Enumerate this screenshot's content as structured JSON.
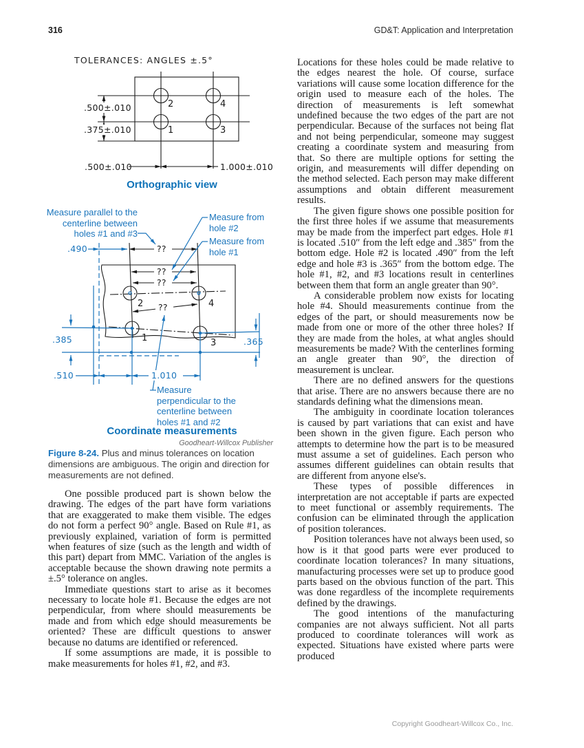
{
  "page": {
    "number": "316",
    "header": "GD&T: Application and Interpretation",
    "footer": "Copyright Goodheart-Willcox Co., Inc."
  },
  "figure": {
    "note": "TOLERANCES:  ANGLES  ±.5°",
    "label": "Figure 8-24.",
    "caption": "Plus and minus tolerances on location dimensions are ambiguous. The origin and direction for measurements are not defined.",
    "ortho": {
      "caption": "Orthographic view",
      "dim_row_spacing": ".500±.010",
      "dim_bottom_offset": ".375±.010",
      "dim_left_offset": ".500±.010",
      "dim_col_spacing": "1.000±.010",
      "hole1": "1",
      "hole2": "2",
      "hole3": "3",
      "hole4": "4"
    },
    "coord": {
      "caption": "Coordinate measurements",
      "publisher": "Goodheart-Willcox Publisher",
      "ann_parallel": "Measure parallel to the\ncenterline between\nholes #1 and #3",
      "ann_from_hole2": "Measure from\nhole #2",
      "ann_from_hole1": "Measure from\nhole #1",
      "ann_perpendicular": "Measure\nperpendicular to the\ncenterline between\nholes #1 and #2",
      "dim_490": ".490",
      "dim_385": ".385",
      "dim_365": ".365",
      "dim_510": ".510",
      "dim_1010": "1.010",
      "q1": "??",
      "q2": "??",
      "q3": "??",
      "q4": "??",
      "hole1": "1",
      "hole2": "2",
      "hole3": "3",
      "hole4": "4"
    }
  },
  "left_column": {
    "paragraphs": [
      "One possible produced part is shown below the drawing. The edges of the part have form variations that are exaggerated to make them visible. The edges do not form a perfect 90° angle. Based on Rule #1, as previously explained, variation of form is permitted when features of size (such as the length and width of this part) depart from MMC. Variation of the angles is acceptable because the shown drawing note permits a ±.5° tolerance on angles.",
      "Immediate questions start to arise as it becomes necessary to locate hole #1. Because the edges are not perpendicular, from where should measurements be made and from which edge should measurements be oriented? These are difficult questions to answer because no datums are identified or referenced.",
      "If some assumptions are made, it is possible to make measurements for holes #1, #2, and #3."
    ]
  },
  "right_column": {
    "paragraphs": [
      "Locations for these holes could be made relative to the edges nearest the hole. Of course, surface variations will cause some location difference for the origin used to measure each of the holes. The direction of measurements is left somewhat undefined because the two edges of the part are not perpendicular. Because of the surfaces not being flat and not being perpendicular, someone may suggest creating a coordinate system and measuring from that. So there are multiple options for setting the origin, and measurements will differ depending on the method selected. Each person may make different assumptions and obtain different measurement results.",
      "The given figure shows one possible position for the first three holes if we assume that measurements may be made from the imperfect part edges. Hole #1 is located .510″ from the left edge and .385″ from the bottom edge. Hole #2 is located .490″ from the left edge and hole #3 is .365″ from the bottom edge. The hole #1, #2, and #3 locations result in centerlines between them that form an angle greater than 90°.",
      "A considerable problem now exists for locating hole #4. Should measurements continue from the edges of the part, or should measurements now be made from one or more of the other three holes? If they are made from the holes, at what angles should measurements be made? With the centerlines forming an angle greater than 90°, the direction of measurement is unclear.",
      "There are no defined answers for the questions that arise. There are no answers because there are no standards defining what the dimensions mean.",
      "The ambiguity in coordinate location tolerances is caused by part variations that can exist and have been shown in the given figure. Each person who attempts to determine how the part is to be measured must assume a set of guidelines. Each person who assumes different guidelines can obtain results that are different from anyone else's.",
      "These types of possible differences in interpretation are not acceptable if parts are expected to meet functional or assembly requirements. The confusion can be eliminated through the application of position tolerances.",
      "Position tolerances have not always been used, so how is it that good parts were ever produced to coordinate location tolerances? In many situations, manufacturing processes were set up to produce good parts based on the obvious function of the part. This was done regardless of the incomplete requirements defined by the drawings.",
      "The good intentions of the manufacturing companies are not always sufficient. Not all parts produced to coordinate tolerances will work as expected. Situations have existed where parts were produced"
    ]
  }
}
